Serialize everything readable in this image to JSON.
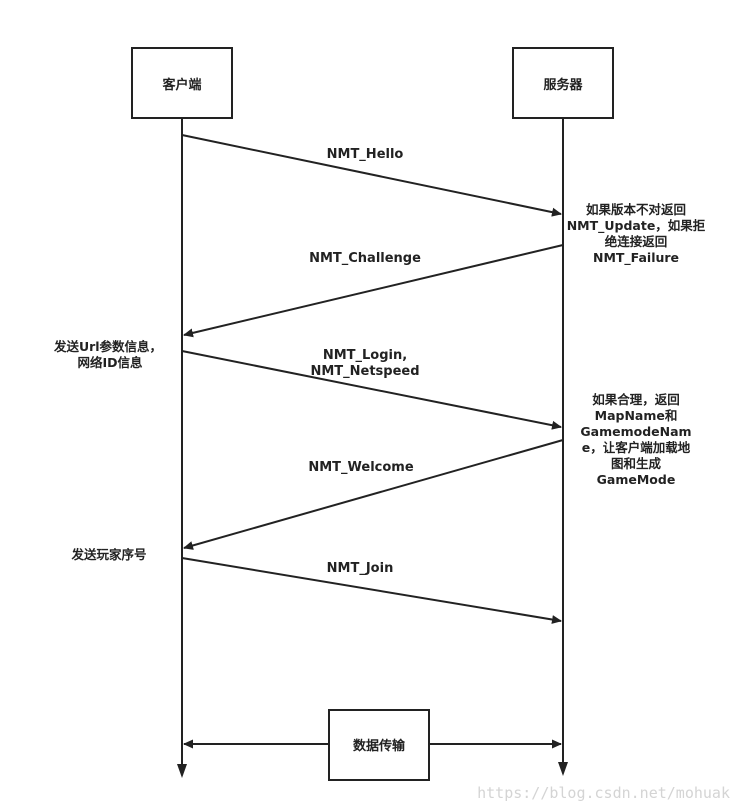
{
  "participants": {
    "client": "客户端",
    "server": "服务器"
  },
  "messages": {
    "hello": "NMT_Hello",
    "challenge": "NMT_Challenge",
    "login_line1": "NMT_Login,",
    "login_line2": "NMT_Netspeed",
    "welcome": "NMT_Welcome",
    "join": "NMT_Join"
  },
  "notes": {
    "server_check": [
      "如果版本不对返回",
      "NMT_Update，如果拒",
      "绝连接返回",
      "NMT_Failure"
    ],
    "client_url": [
      "发送Url参数信息，",
      "网络ID信息"
    ],
    "server_ok": [
      "如果合理，返回",
      "MapName和",
      "GamemodeNam",
      "e，让客户端加载地",
      "图和生成",
      "GameMode"
    ],
    "client_player": [
      "发送玩家序号"
    ]
  },
  "data_transfer": "数据传输",
  "watermark": "https://blog.csdn.net/mohuak"
}
